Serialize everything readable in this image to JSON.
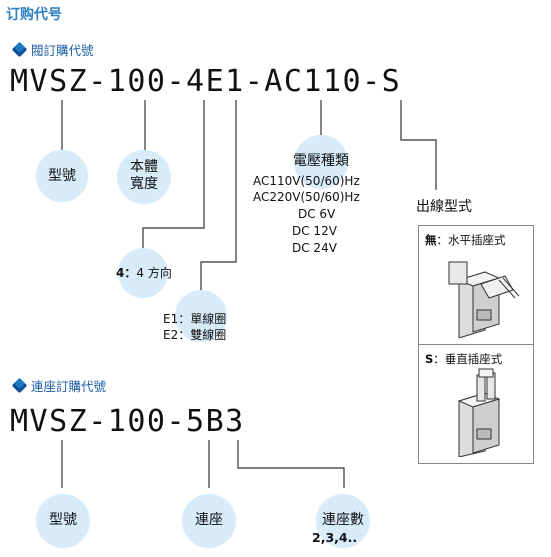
{
  "page_title": "订购代号",
  "section1": {
    "heading": "閥訂購代號",
    "code": "MVSZ-100-4E1-AC110-S",
    "labels": {
      "model": "型號",
      "width_line1": "本體",
      "width_line2": "寬度",
      "direction_prefix": "4",
      "direction_sep": "：",
      "direction_text": "4 方向",
      "e1": "E1：單線圈",
      "e2": "E2：雙線圈",
      "voltage_title": "電壓種類",
      "voltages": [
        "AC110V(50/60)Hz",
        "AC220V(50/60)Hz",
        "DC 6V",
        "DC 12V",
        "DC 24V"
      ],
      "wire_title": "出線型式"
    },
    "wire_panels": [
      {
        "code": "無",
        "sep": "：",
        "text": "水平插座式"
      },
      {
        "code": "S",
        "sep": "：",
        "text": "垂直插座式"
      }
    ]
  },
  "section2": {
    "heading": "連座訂購代號",
    "code": "MVSZ-100-5B3",
    "labels": {
      "model": "型號",
      "base": "連座",
      "count_title": "連座數",
      "count_values": "2,3,4.."
    }
  },
  "colors": {
    "title": "#2f7fc4",
    "heading": "#1f5fa6",
    "bubble": "#d7ebf9",
    "line": "#333333"
  }
}
